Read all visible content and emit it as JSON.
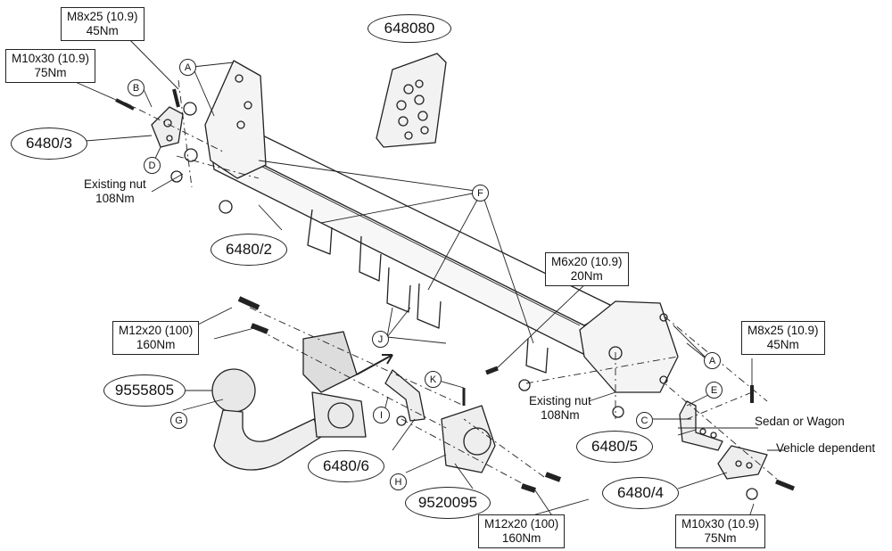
{
  "bolt_labels": {
    "m8_top": {
      "size": "M8x25 (10.9)",
      "torque": "45Nm"
    },
    "m10_top": {
      "size": "M10x30 (10.9)",
      "torque": "75Nm"
    },
    "m6": {
      "size": "M6x20 (10.9)",
      "torque": "20Nm"
    },
    "m12_left": {
      "size": "M12x20 (100)",
      "torque": "160Nm"
    },
    "m12_bottom": {
      "size": "M12x20 (100)",
      "torque": "160Nm"
    },
    "m8_right": {
      "size": "M8x25 (10.9)",
      "torque": "45Nm"
    },
    "m10_bottom": {
      "size": "M10x30 (10.9)",
      "torque": "75Nm"
    }
  },
  "existing_nut_left": {
    "text": "Existing nut",
    "torque": "108Nm"
  },
  "existing_nut_right": {
    "text": "Existing nut",
    "torque": "108Nm"
  },
  "part_numbers": {
    "kit": "648080",
    "bracket_left": "6480/3",
    "crossbar": "6480/2",
    "ball": "9555805",
    "bracket_6": "6480/6",
    "socket_plate": "9520095",
    "bracket_5": "6480/5",
    "bracket_4": "6480/4"
  },
  "letters": {
    "A1": "A",
    "A2": "A",
    "B": "B",
    "D": "D",
    "F": "F",
    "J": "J",
    "K": "K",
    "I": "I",
    "G": "G",
    "H": "H",
    "E": "E",
    "C": "C"
  },
  "notes": {
    "sedan": "Sedan or Wagon",
    "vehicle": "Vehicle dependent"
  }
}
